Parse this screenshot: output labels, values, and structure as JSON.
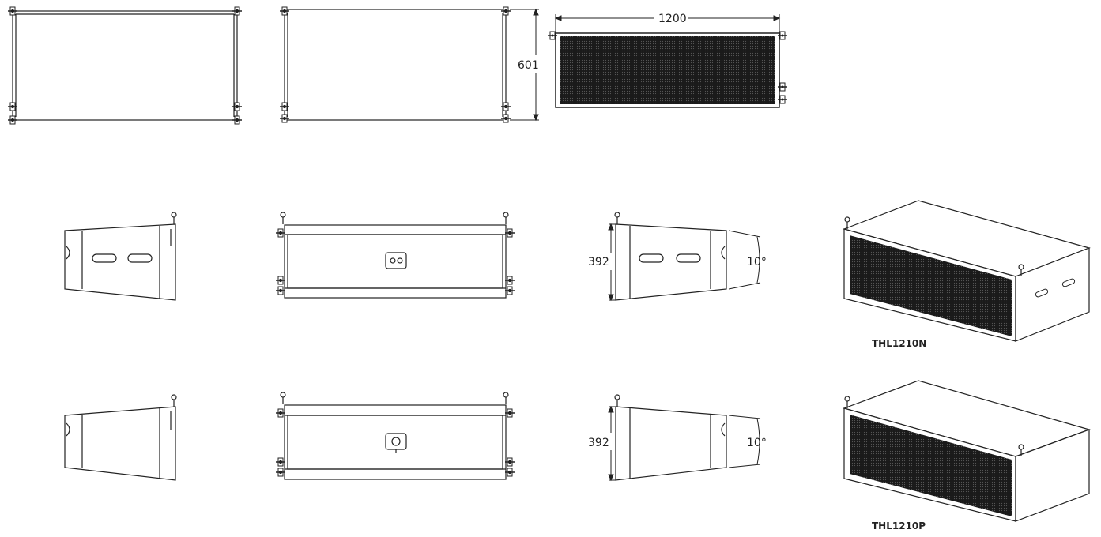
{
  "dimensions": {
    "width": "1200",
    "height": "601",
    "side_height_n": "392",
    "splay_angle_n": "10°",
    "side_height_p": "392",
    "splay_angle_p": "10°"
  },
  "models": {
    "top": "THL1210N",
    "bottom": "THL1210P"
  },
  "colors": {
    "line": "#222222",
    "grille": "#1a1a1a"
  }
}
